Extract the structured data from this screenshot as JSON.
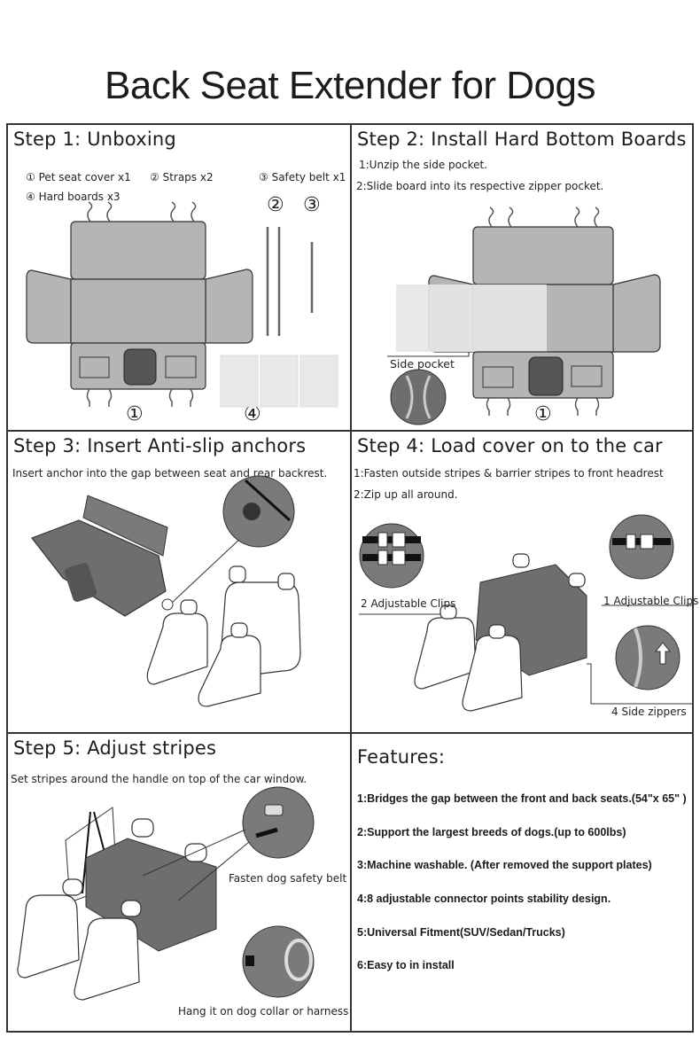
{
  "page_title": "Back Seat Extender for Dogs",
  "steps": [
    {
      "heading": "Step 1: Unboxing",
      "items": [
        "① Pet seat cover x1",
        "② Straps x2",
        "③ Safety belt x1",
        "④ Hard boards x3"
      ],
      "callouts": [
        "②",
        "③",
        "①",
        "④"
      ]
    },
    {
      "heading": "Step 2: Install Hard Bottom Boards",
      "instructions": [
        "1:Unzip the side pocket.",
        "2:Slide  board into its respective zipper pocket."
      ],
      "labels": {
        "side_pocket": "Side pocket",
        "callout": "①"
      }
    },
    {
      "heading": "Step 3: Insert  Anti-slip  anchors",
      "instructions": [
        "Insert anchor into the gap between seat and rear backrest."
      ]
    },
    {
      "heading": "Step 4: Load cover on to the car",
      "instructions": [
        "1:Fasten outside stripes & barrier stripes to front headrest",
        "2:Zip up all around."
      ],
      "labels": {
        "left_clips": "2 Adjustable Clips",
        "right_clips": "1 Adjustable Clips",
        "zippers": "4 Side zippers"
      }
    },
    {
      "heading": "Step 5: Adjust stripes",
      "instructions": [
        "Set stripes around the handle on top of the car window."
      ],
      "labels": {
        "belt": "Fasten dog safety belt",
        "collar": "Hang it on dog collar or harness"
      }
    }
  ],
  "features": {
    "heading": "Features:",
    "items": [
      "1:Bridges the gap between the front and back seats.(54\"x 65\" )",
      "2:Support the largest breeds of dogs.(up to 600lbs)",
      "3:Machine washable. (After removed the support plates)",
      "4:8 adjustable connector points stability design.",
      "5:Universal Fitment(SUV/Sedan/Trucks)",
      "6:Easy to in install"
    ]
  },
  "colors": {
    "cover_gray": "#b5b5b5",
    "dark_gray": "#6e6e6e",
    "outline": "#333333",
    "board": "#e4e4e4"
  }
}
